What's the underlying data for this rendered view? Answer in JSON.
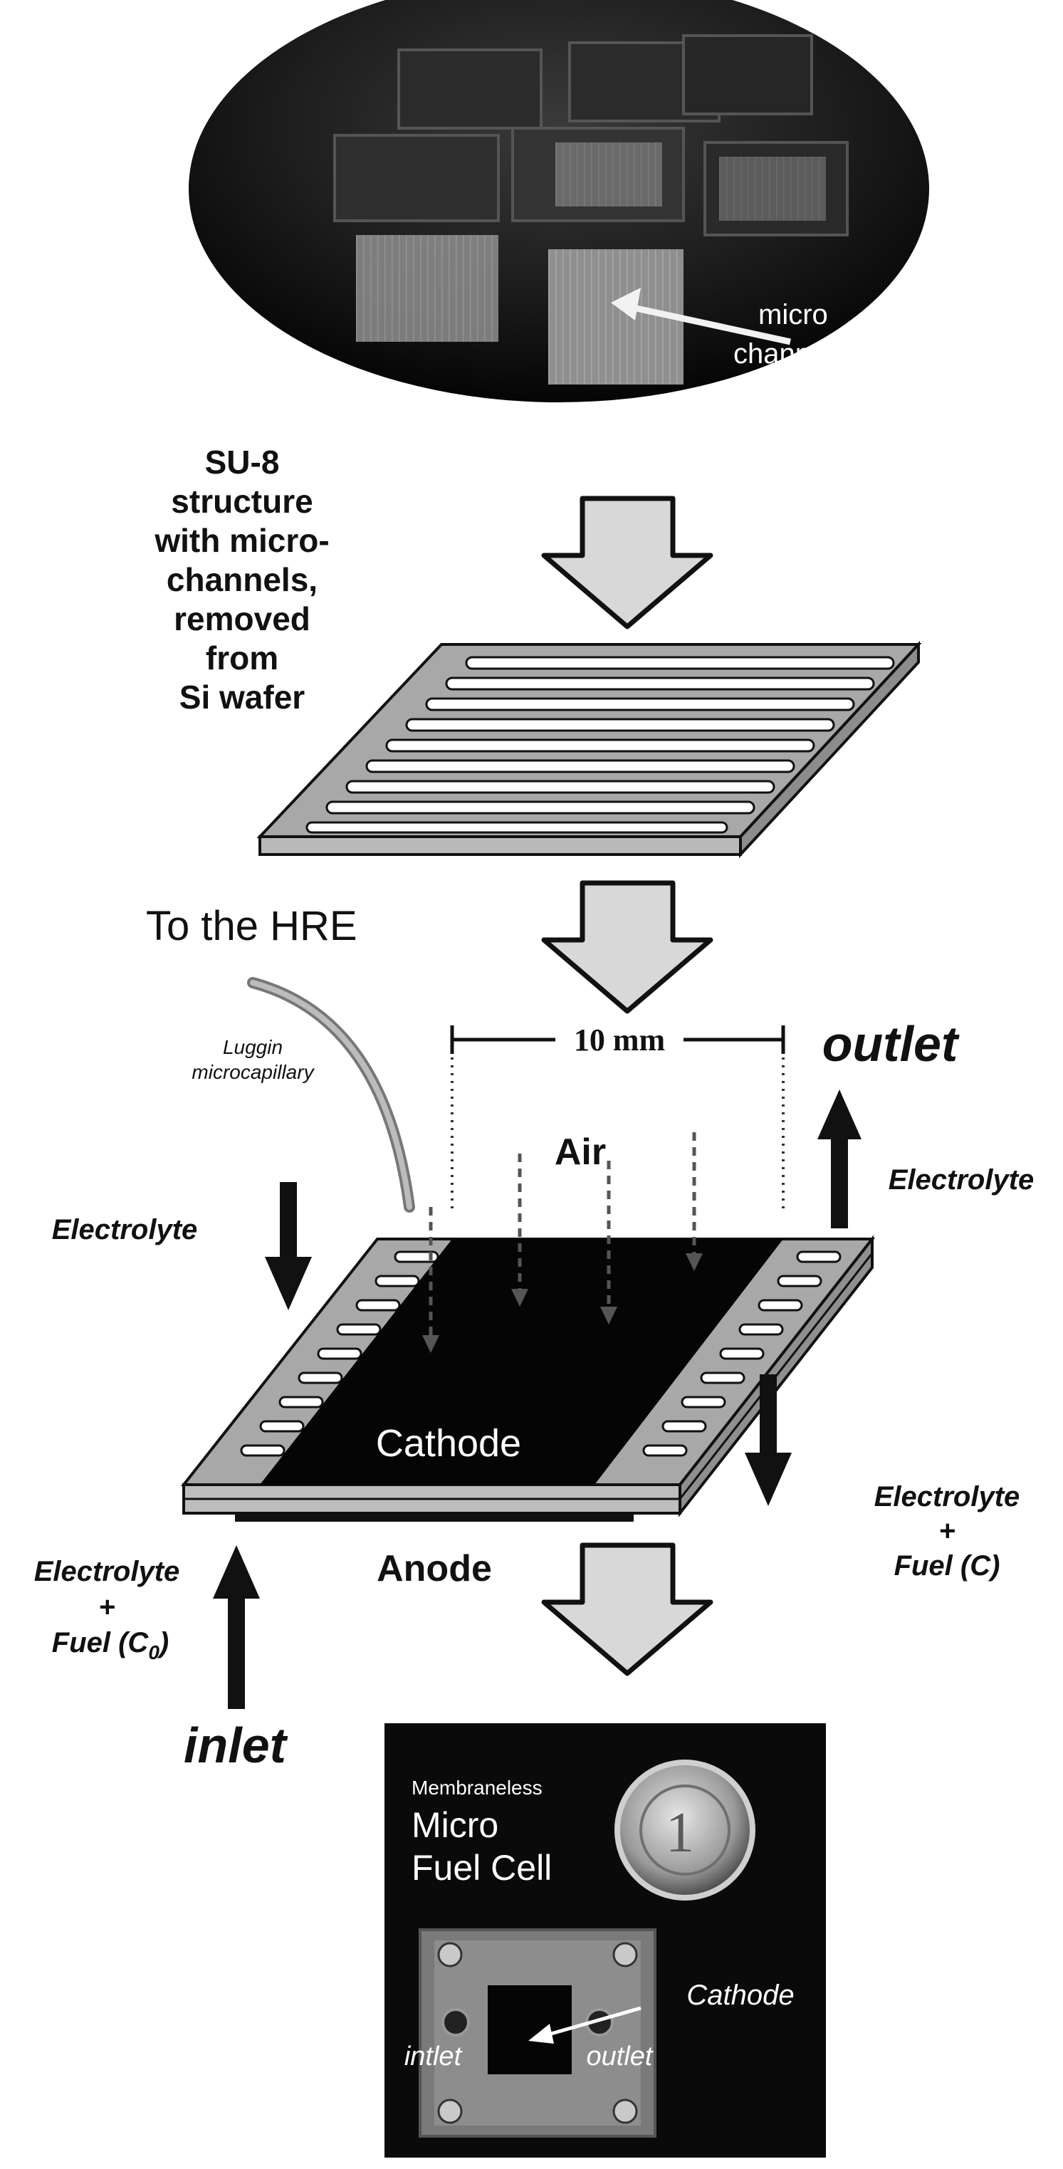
{
  "wafer_photo": {
    "callout": [
      "micro",
      "channels"
    ]
  },
  "su8_caption": [
    "SU-8",
    "structure",
    "with micro-",
    "channels,",
    "removed",
    "from",
    "Si wafer"
  ],
  "fuel_cell": {
    "hre_label": "To the HRE",
    "luggin_label": [
      "Luggin",
      "microcapillary"
    ],
    "scale_label": "10 mm",
    "air_label": "Air",
    "outlet_label": "outlet",
    "outlet_flow_label": "Electrolyte",
    "electrolyte_in_label": "Electrolyte",
    "cathode_label": "Cathode",
    "anode_label": "Anode",
    "exit_flow_label": [
      "Electrolyte",
      "+",
      "Fuel (C)"
    ],
    "inlet_flow_label": [
      "Electrolyte",
      "+",
      "Fuel (C",
      "0",
      ")"
    ],
    "inlet_label": "inlet"
  },
  "device_photo": {
    "title_small": "Membraneless",
    "title_line1": "Micro",
    "title_line2": "Fuel Cell",
    "cathode_label": "Cathode",
    "inlet_label": "intlet",
    "outlet_label": "outlet"
  },
  "colors": {
    "background": "#ffffff",
    "plate_gray": "#a8a8a8",
    "cathode_black": "#050505",
    "arrow_fill": "#d8d8d8",
    "flow_arrow": "#111111"
  }
}
